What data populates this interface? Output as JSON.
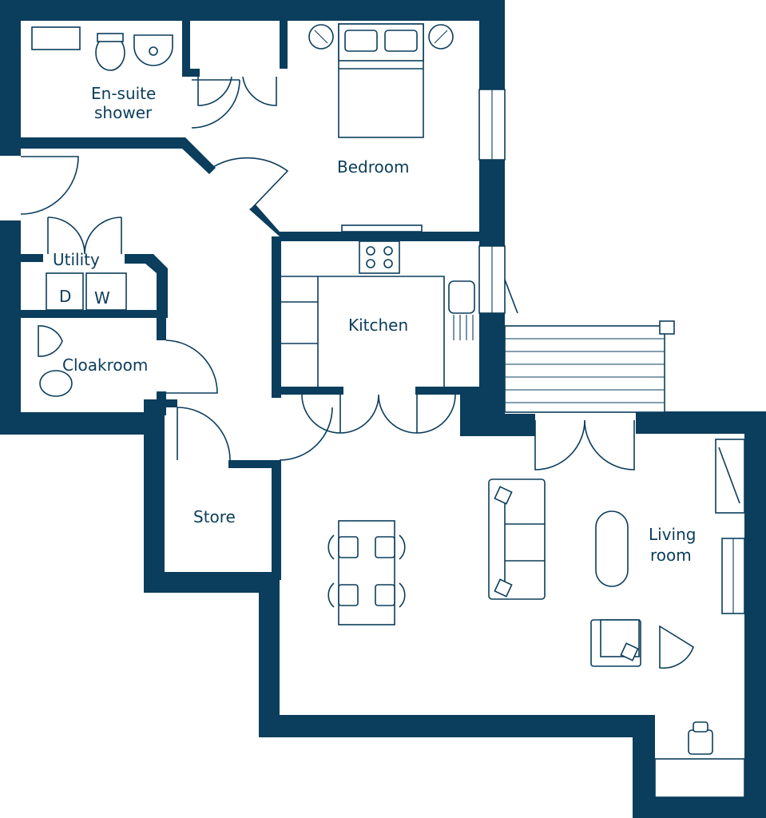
{
  "colors": {
    "wall": "#0b3d5c",
    "background": "#ffffff"
  },
  "rooms": {
    "ensuite": {
      "line1": "En-suite",
      "line2": "shower"
    },
    "bedroom": "Bedroom",
    "utility": "Utility",
    "cloakroom": "Cloakroom",
    "kitchen": "Kitchen",
    "store": "Store",
    "living": {
      "line1": "Living",
      "line2": "room"
    }
  },
  "appliances": {
    "dishwasher": "D",
    "washer": "W"
  }
}
